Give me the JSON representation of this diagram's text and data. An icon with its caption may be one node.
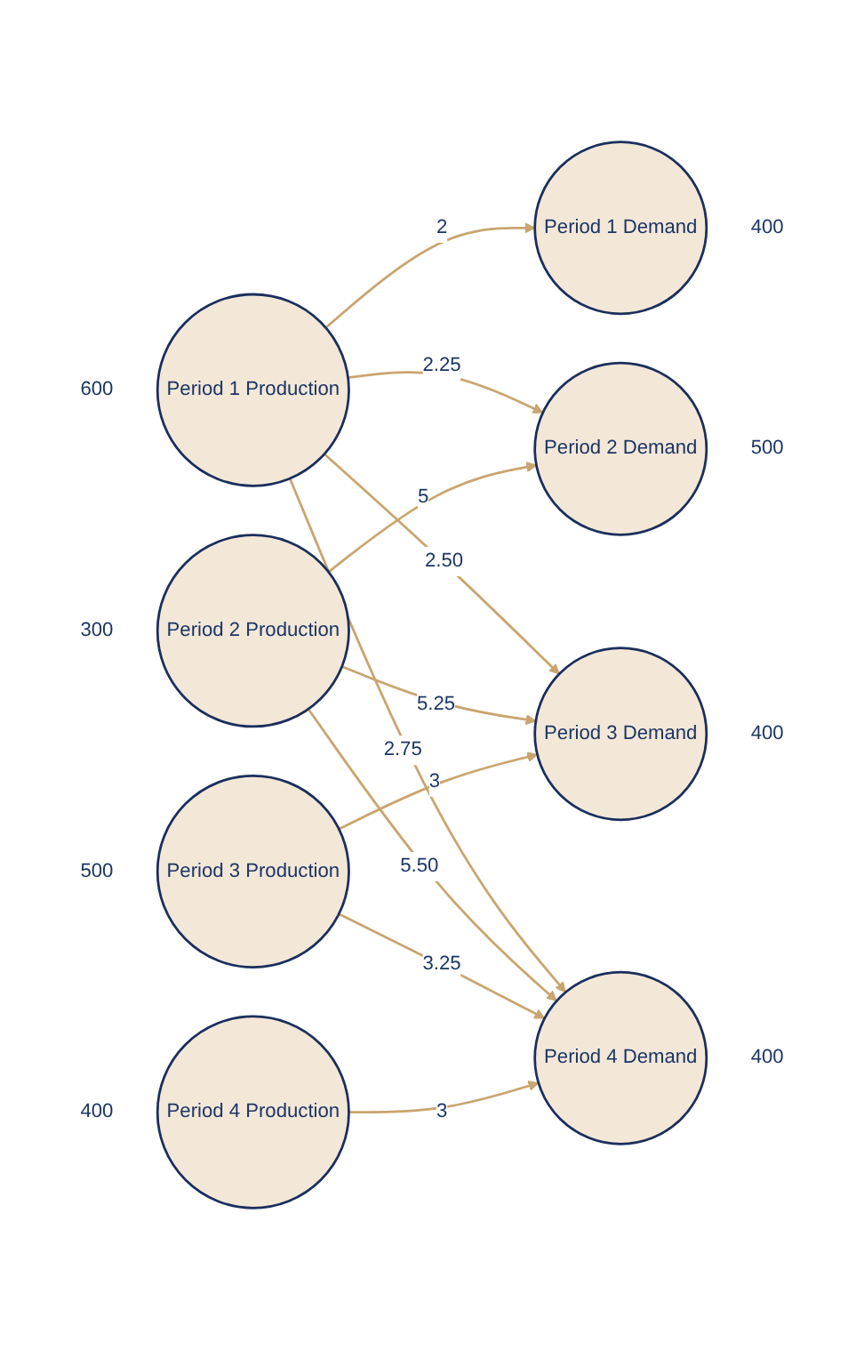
{
  "diagram": {
    "nodes": [
      {
        "text": [
          "Period 1 Production"
        ],
        "beside": [
          "600"
        ]
      },
      {
        "text": [
          "Period 1 Demand"
        ],
        "beside": [
          "400"
        ]
      },
      {
        "text": [
          "Period 2 Production"
        ],
        "beside": [
          "300"
        ]
      },
      {
        "text": [
          "Period 2 Demand"
        ],
        "beside": [
          "500"
        ]
      },
      {
        "text": [
          "Period 3 Production"
        ],
        "beside": [
          "500"
        ]
      },
      {
        "text": [
          "Period 3 Demand"
        ],
        "beside": [
          "400"
        ]
      },
      {
        "text": [
          "Period 4 Production"
        ],
        "beside": [
          "400"
        ]
      },
      {
        "text": [
          "Period 4 Demand"
        ],
        "beside": [
          "400"
        ]
      }
    ],
    "edges": [
      {
        "from": 0,
        "to": 1,
        "arrow": "to",
        "label": "2"
      },
      {
        "from": 0,
        "to": 3,
        "arrow": "to",
        "label": "2.25"
      },
      {
        "from": 0,
        "to": 5,
        "arrow": "to",
        "label": "2.50"
      },
      {
        "from": 0,
        "to": 7,
        "arrow": "to",
        "label": "2.75"
      },
      {
        "from": 2,
        "to": 3,
        "arrow": "to",
        "label": "5"
      },
      {
        "from": 2,
        "to": 5,
        "arrow": "to",
        "label": "5.25"
      },
      {
        "from": 2,
        "to": 7,
        "arrow": "to",
        "label": "5.50"
      },
      {
        "from": 4,
        "to": 5,
        "arrow": "to",
        "label": "3"
      },
      {
        "from": 4,
        "to": 7,
        "arrow": "to",
        "label": "3.25"
      },
      {
        "from": 6,
        "to": 7,
        "arrow": "to",
        "label": "3"
      }
    ]
  }
}
